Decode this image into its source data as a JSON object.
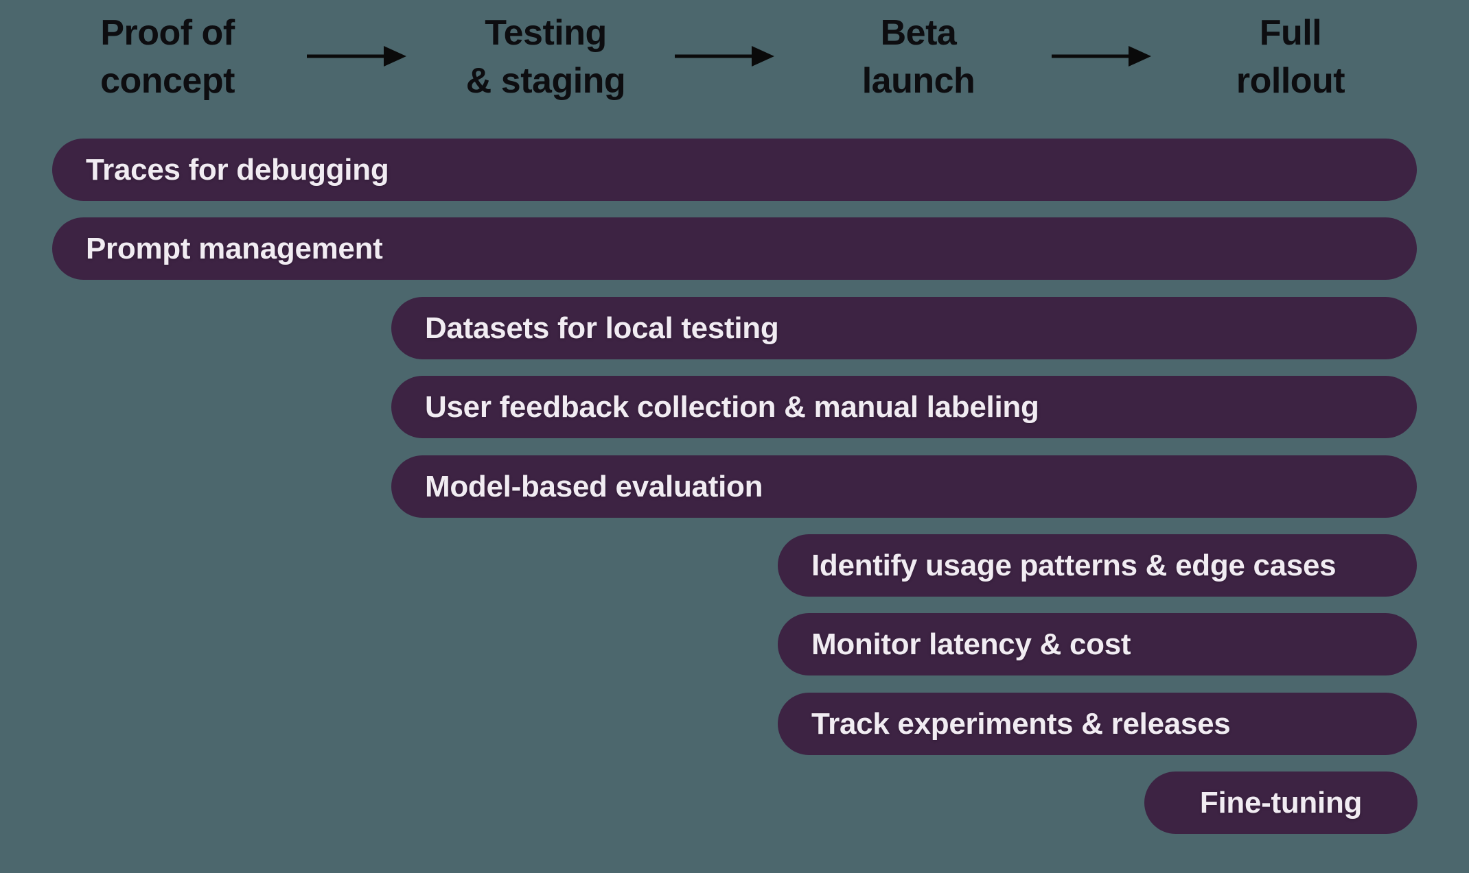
{
  "colors": {
    "background": "#4C676D",
    "bar": "#3D2343",
    "bar-text": "#F1ECF2",
    "header-text": "#0D0D10",
    "arrow": "#0A0A0A"
  },
  "stages": [
    {
      "id": "proof-of-concept",
      "line1": "Proof of",
      "line2": "concept"
    },
    {
      "id": "testing-staging",
      "line1": "Testing",
      "line2": "& staging"
    },
    {
      "id": "beta-launch",
      "line1": "Beta",
      "line2": "launch"
    },
    {
      "id": "full-rollout",
      "line1": "Full",
      "line2": "rollout"
    }
  ],
  "bars": [
    {
      "label": "Traces for debugging",
      "start_stage": "Proof of concept",
      "end_stage": "Full rollout"
    },
    {
      "label": "Prompt management",
      "start_stage": "Proof of concept",
      "end_stage": "Full rollout"
    },
    {
      "label": "Datasets for local testing",
      "start_stage": "Testing & staging",
      "end_stage": "Full rollout"
    },
    {
      "label": "User feedback collection & manual labeling",
      "start_stage": "Testing & staging",
      "end_stage": "Full rollout"
    },
    {
      "label": "Model-based evaluation",
      "start_stage": "Testing & staging",
      "end_stage": "Full rollout"
    },
    {
      "label": "Identify usage patterns & edge cases",
      "start_stage": "Beta launch",
      "end_stage": "Full rollout"
    },
    {
      "label": "Monitor latency & cost",
      "start_stage": "Beta launch",
      "end_stage": "Full rollout"
    },
    {
      "label": "Track experiments & releases",
      "start_stage": "Beta launch",
      "end_stage": "Full rollout"
    },
    {
      "label": "Fine-tuning",
      "start_stage": "Full rollout",
      "end_stage": "Full rollout"
    }
  ]
}
